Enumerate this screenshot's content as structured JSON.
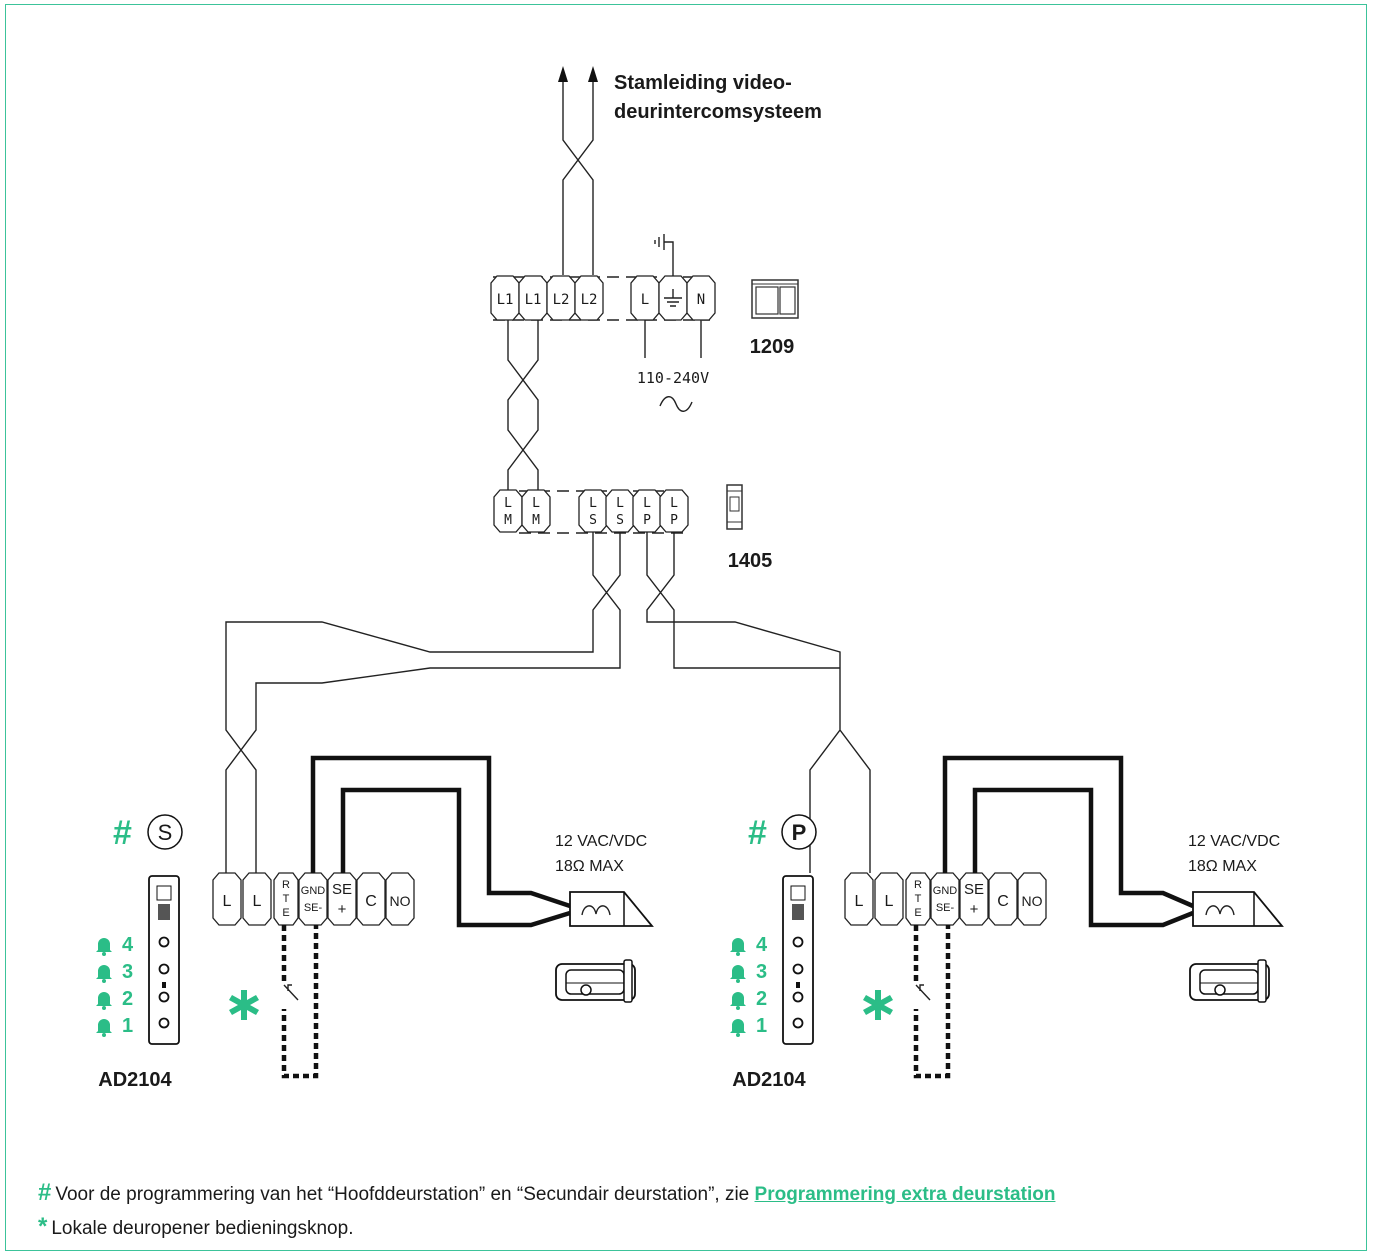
{
  "riser_label_1": "Stamleiding video-",
  "riser_label_2": "deurintercomsysteem",
  "power_unit": {
    "code": "1209",
    "terminals": [
      "L1",
      "L1",
      "L2",
      "L2"
    ],
    "mains_terminals": [
      "L",
      "N"
    ],
    "voltage": "110-240V",
    "ac_symbol": "∼"
  },
  "distributor": {
    "code": "1405",
    "terminals": [
      [
        "L",
        "M"
      ],
      [
        "L",
        "M"
      ],
      [
        "L",
        "S"
      ],
      [
        "L",
        "S"
      ],
      [
        "L",
        "P"
      ],
      [
        "L",
        "P"
      ]
    ]
  },
  "door_stations": [
    {
      "role_letter": "S",
      "model": "AD2104",
      "buttons": [
        "4",
        "3",
        "2",
        "1"
      ],
      "terminals": [
        "L",
        "L",
        "R T E",
        "GND SE-",
        "SE +",
        "C",
        "NO"
      ],
      "lock_rating_1": "12 VAC/VDC",
      "lock_rating_2": "18Ω MAX"
    },
    {
      "role_letter": "P",
      "model": "AD2104",
      "buttons": [
        "4",
        "3",
        "2",
        "1"
      ],
      "terminals": [
        "L",
        "L",
        "R T E",
        "GND SE-",
        "SE +",
        "C",
        "NO"
      ],
      "lock_rating_1": "12 VAC/VDC",
      "lock_rating_2": "18Ω MAX"
    }
  ],
  "symbols": {
    "hash": "#",
    "star": "*"
  },
  "footnotes": {
    "hash_text": "Voor de programmering van het “Hoofddeurstation” en “Secundair deurstation”, zie ",
    "hash_link": "Programmering extra deurstation",
    "star_text": "Lokale deuropener bedieningsknop."
  },
  "colors": {
    "accent": "#2bbd87",
    "frame": "#3cc39a",
    "line": "#222222"
  }
}
